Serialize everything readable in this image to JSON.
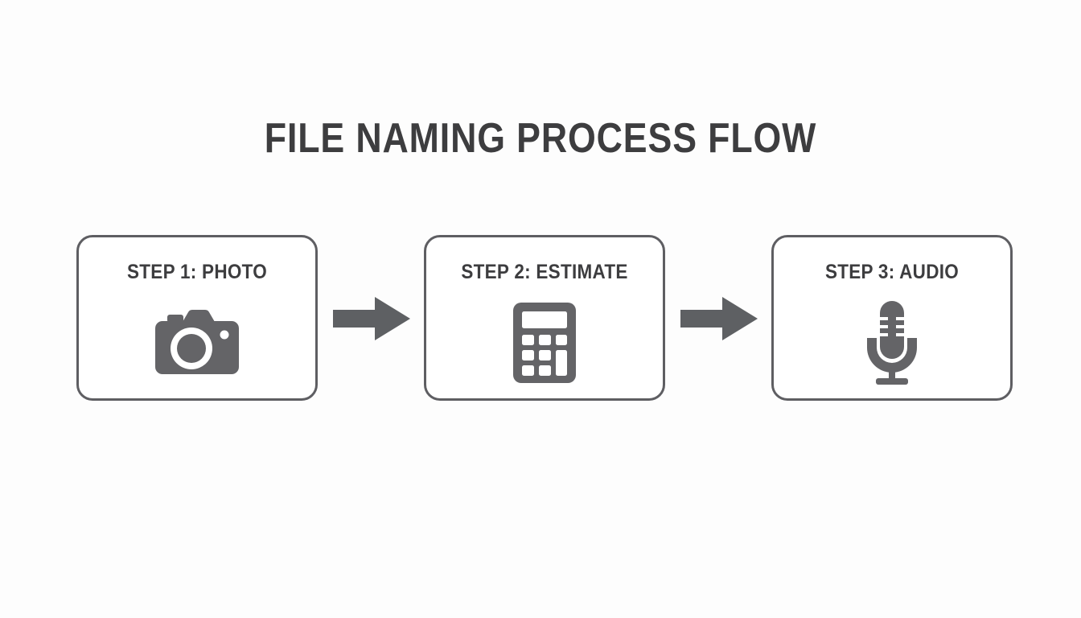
{
  "page": {
    "title": "FILE NAMING PROCESS FLOW",
    "background_color": "#fdfdfd",
    "text_color": "#3d3d3f",
    "icon_color": "#646467",
    "border_color": "#5e5e62",
    "arrow_color": "#5e6063"
  },
  "flow": {
    "steps": [
      {
        "label": "STEP 1: PHOTO",
        "icon": "camera-icon"
      },
      {
        "label": "STEP 2: ESTIMATE",
        "icon": "calculator-icon"
      },
      {
        "label": "STEP 3: AUDIO",
        "icon": "microphone-icon"
      }
    ],
    "connectors": [
      {
        "icon": "arrow-right-icon"
      },
      {
        "icon": "arrow-right-icon"
      }
    ]
  }
}
